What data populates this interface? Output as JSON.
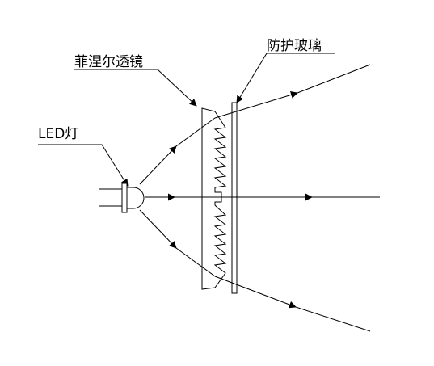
{
  "labels": {
    "fresnel_lens": "菲涅尔透镜",
    "protective_glass": "防护玻璃",
    "led_lamp": "LED灯"
  },
  "colors": {
    "ink": "#000000",
    "background": "#ffffff"
  }
}
